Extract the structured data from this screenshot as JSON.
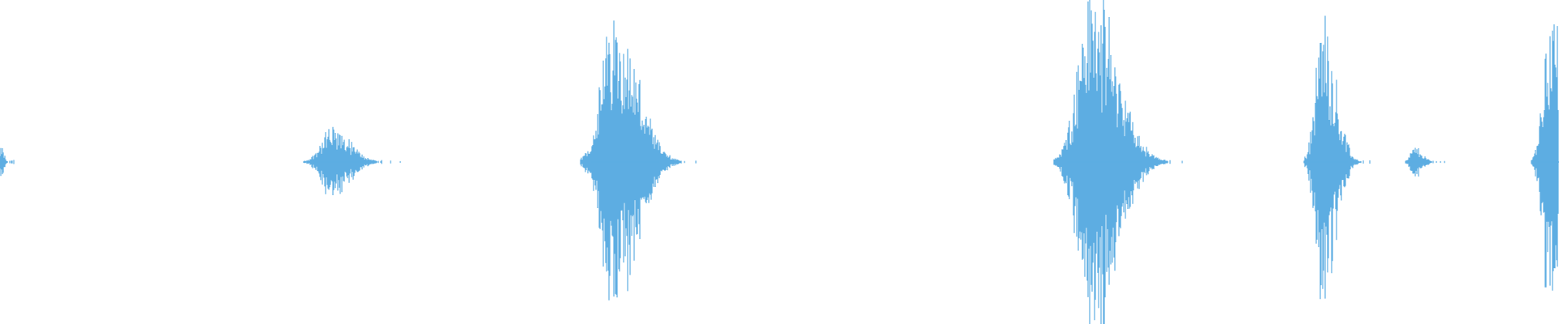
{
  "waveform": {
    "color": "#5dade2",
    "background": "#ffffff",
    "bursts": [
      {
        "center": 0.001,
        "amplitude": 0.05,
        "width": 0.002
      },
      {
        "center": 0.2125,
        "amplitude": 0.11,
        "width": 0.015
      },
      {
        "center": 0.394,
        "amplitude": 0.49,
        "width": 0.018
      },
      {
        "center": 0.7005,
        "amplitude": 0.56,
        "width": 0.02
      },
      {
        "center": 0.8485,
        "amplitude": 0.47,
        "width": 0.01
      },
      {
        "center": 0.9075,
        "amplitude": 0.05,
        "width": 0.006
      },
      {
        "center": 0.9945,
        "amplitude": 0.5,
        "width": 0.01
      }
    ]
  }
}
